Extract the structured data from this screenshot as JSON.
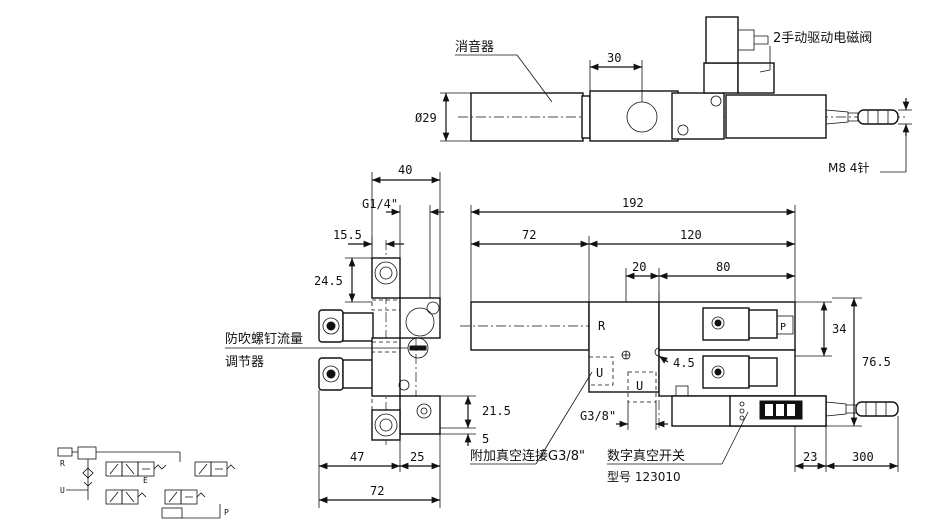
{
  "labels": {
    "silencer": "消音器",
    "manual_valve": "2手动驱动电磁阀",
    "m8": "M8 4针",
    "blowoff": "防吹螺钉流量",
    "blowoff2": "调节器",
    "vacuum_conn": "附加真空连接G3/8\"",
    "vac_switch": "数字真空开关",
    "model": "型号 123010"
  },
  "dims": {
    "d30": "30",
    "d29": "Ø29",
    "d40": "40",
    "g14": "G1/4\"",
    "d155": "15.5",
    "d245": "24.5",
    "d215": "21.5",
    "d5": "5",
    "d47": "47",
    "d25": "25",
    "d72b": "72",
    "d192": "192",
    "d72": "72",
    "d120": "120",
    "d20": "20",
    "d80": "80",
    "d34": "34",
    "d45": "4.5",
    "d765": "76.5",
    "g38": "G3/8\"",
    "d23": "23",
    "d300": "300"
  },
  "ports": {
    "r": "R",
    "u1": "U",
    "u2": "U",
    "p": "P"
  },
  "schematic": {
    "r": "R",
    "u": "U",
    "p": "P",
    "e": "E"
  }
}
